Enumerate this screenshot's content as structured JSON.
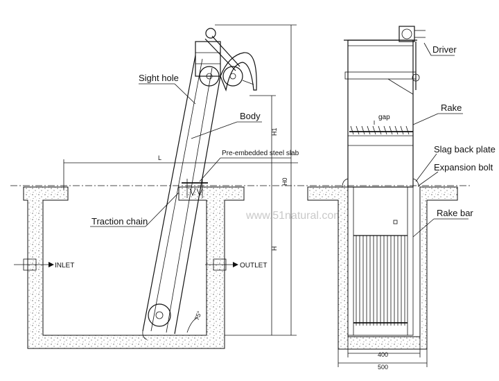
{
  "labels": {
    "sight_hole": "Sight hole",
    "body": "Body",
    "pre_embedded": "Pre-embedded steel slab",
    "traction_chain": "Traction chain",
    "inlet": "INLET",
    "outlet": "OUTLET",
    "driver": "Driver",
    "rake": "Rake",
    "gap": "gap",
    "slag_back_plate": "Slag back plate",
    "expansion_bolt": "Expansion bolt",
    "rake_bar": "Rake bar"
  },
  "dimensions": {
    "l": "L",
    "h1": "H1",
    "h0": "H0",
    "h": "H",
    "angle": "75°",
    "w400": "400",
    "w500": "500"
  },
  "watermark": "www.51natural.com",
  "colors": {
    "line": "#111111",
    "background": "#ffffff",
    "watermark": "#c9c9c9"
  }
}
